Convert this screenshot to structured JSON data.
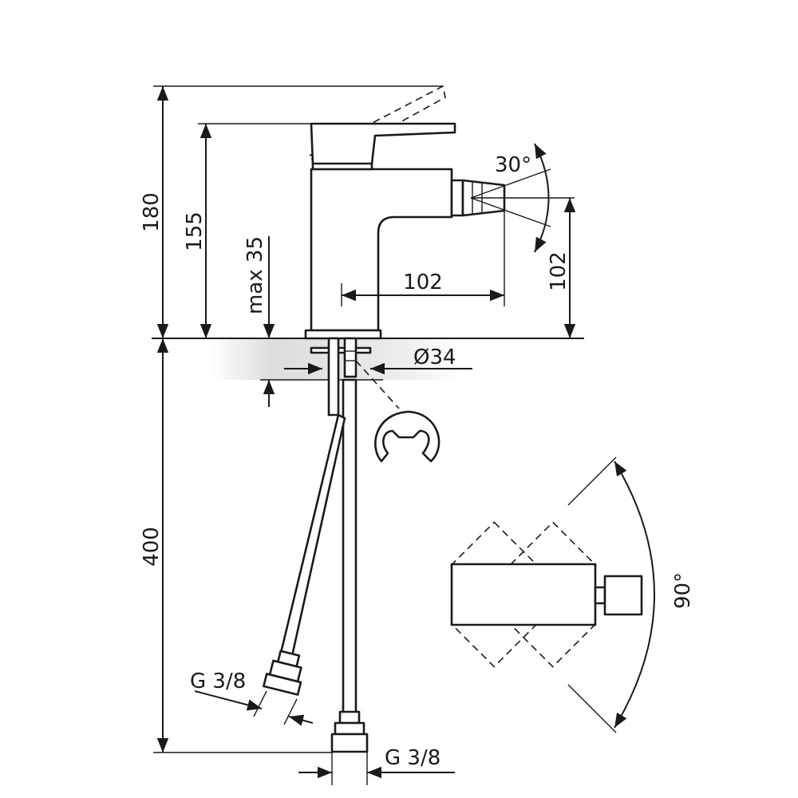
{
  "dimensions": {
    "total_height": "180",
    "spout_height": "155",
    "max_counter_thickness": "max 35",
    "spout_reach": "102",
    "outlet_height": "102",
    "base_diameter": "Ø34",
    "hose_length": "400",
    "swivel_angle": "30°",
    "handle_angle": "90°",
    "connector_left": "G 3/8",
    "connector_right": "G 3/8"
  },
  "colors": {
    "line": "#1a1a1a",
    "counter_shade": "#d9d9d9",
    "hose_fill": "#c8c8c8"
  }
}
